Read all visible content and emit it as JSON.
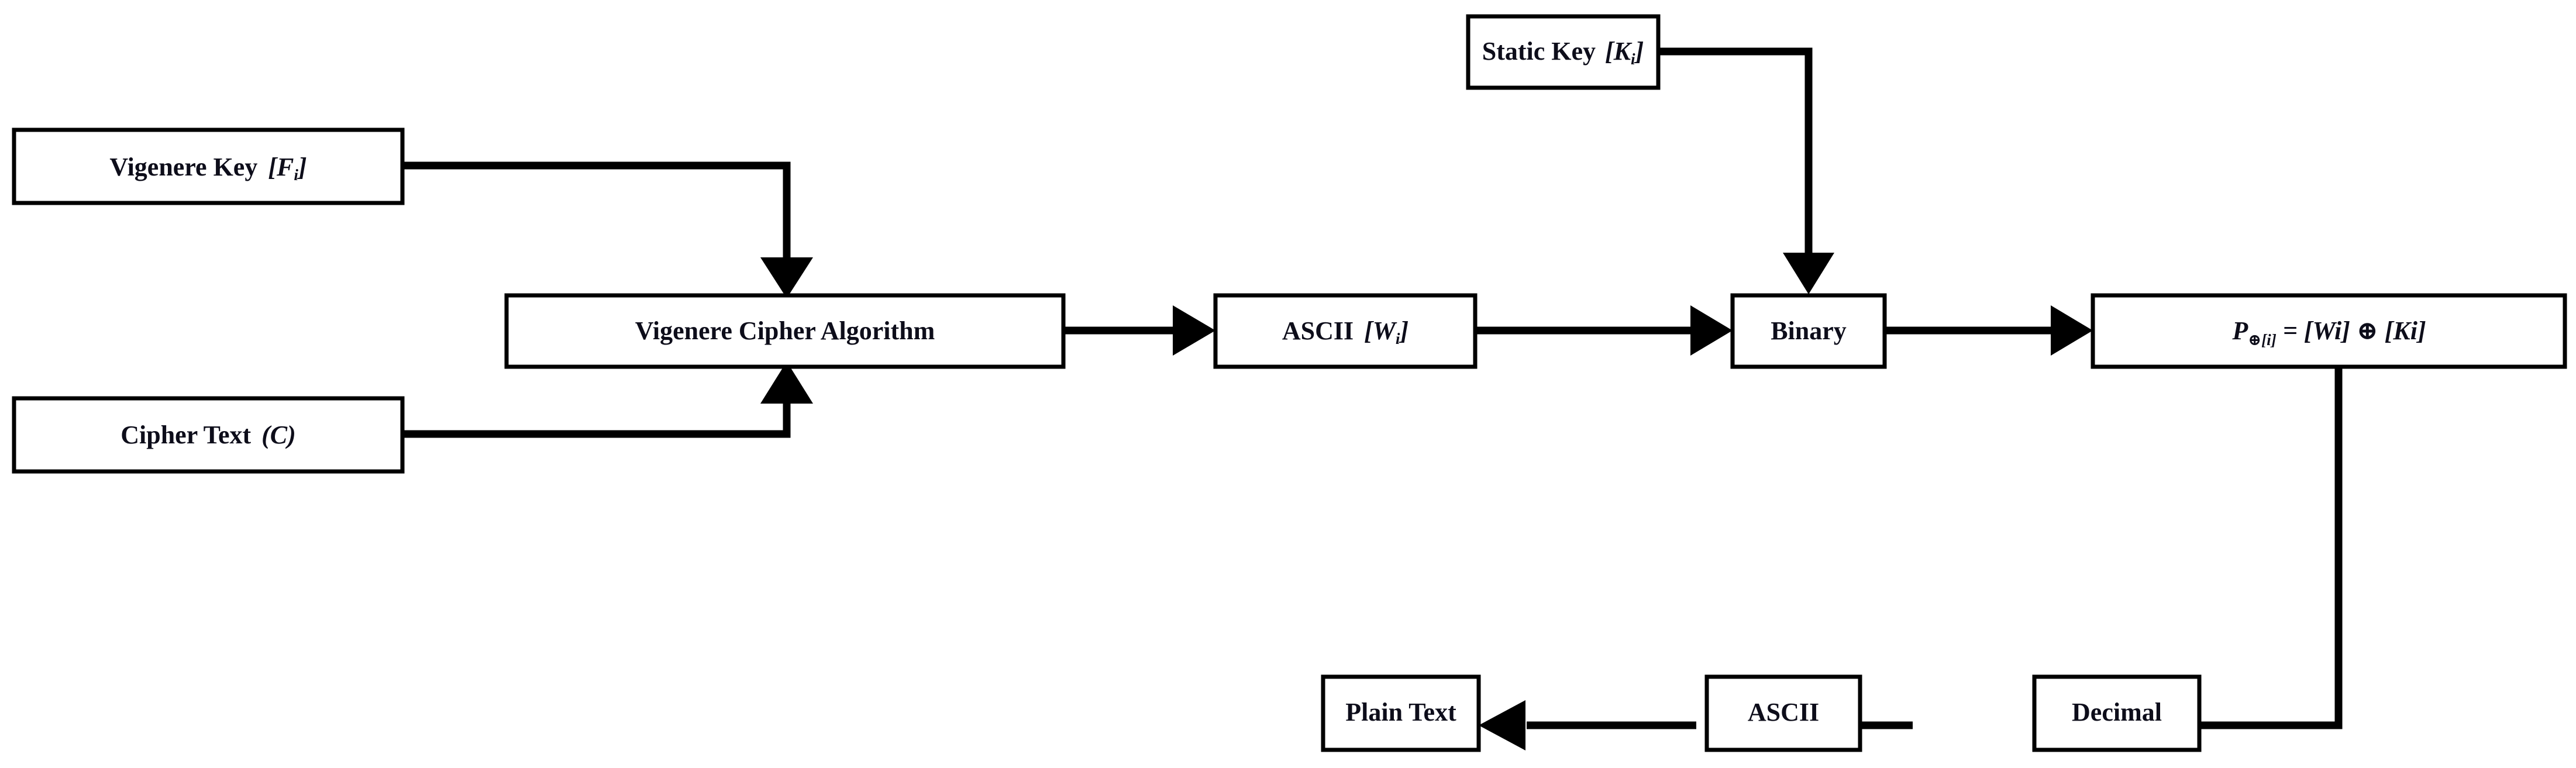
{
  "diagram": {
    "title": "Vigenere cipher decryption flow diagram",
    "background_color": "#ffffff",
    "line_color": "#000000",
    "box_fill": "#ffffff",
    "text_color": "#0d0d1a",
    "nodes": [
      {
        "id": "vigenere-key",
        "label": "Vigenere Key",
        "symbol": "[F",
        "symbol_sub": "i",
        "symbol_tail": "]",
        "full_text": "Vigenere Key [Fi]"
      },
      {
        "id": "cipher-text",
        "label": "Cipher Text",
        "symbol": "(C)",
        "symbol_sub": "",
        "symbol_tail": "",
        "full_text": "Cipher Text (C)"
      },
      {
        "id": "vigenere-cipher-algorithm",
        "label": "Vigenere Cipher Algorithm",
        "symbol": "",
        "symbol_sub": "",
        "symbol_tail": "",
        "full_text": "Vigenere Cipher Algorithm"
      },
      {
        "id": "ascii-w",
        "label": "ASCII",
        "symbol": "[W",
        "symbol_sub": "i",
        "symbol_tail": "]",
        "full_text": "ASCII [Wi]"
      },
      {
        "id": "static-key",
        "label": "Static Key",
        "symbol": "[K",
        "symbol_sub": "i",
        "symbol_tail": "]",
        "full_text": "Static Key [Ki]"
      },
      {
        "id": "binary",
        "label": "Binary",
        "symbol": "",
        "symbol_sub": "",
        "symbol_tail": "",
        "full_text": "Binary"
      },
      {
        "id": "xor-formula",
        "label": "P",
        "symbol": "⊕[i]",
        "symbol_sub": "",
        "symbol_tail": " = [Wi] ⊕ [Ki]",
        "full_text": "P⊕[i] = [Wi] ⊕ [Ki]"
      },
      {
        "id": "decimal",
        "label": "Decimal",
        "symbol": "",
        "symbol_sub": "",
        "symbol_tail": "",
        "full_text": "Decimal"
      },
      {
        "id": "ascii-out",
        "label": "ASCII",
        "symbol": "",
        "symbol_sub": "",
        "symbol_tail": "",
        "full_text": "ASCII"
      },
      {
        "id": "plain-text",
        "label": "Plain Text",
        "symbol": "",
        "symbol_sub": "",
        "symbol_tail": "",
        "full_text": "Plain Text"
      }
    ],
    "edges": [
      {
        "id": "edge-vigenere-key-to-algorithm",
        "from": "vigenere-key",
        "to": "vigenere-cipher-algorithm",
        "shape": "elbow-right-down"
      },
      {
        "id": "edge-cipher-text-to-algorithm",
        "from": "cipher-text",
        "to": "vigenere-cipher-algorithm",
        "shape": "elbow-right-up"
      },
      {
        "id": "edge-algorithm-to-ascii-w",
        "from": "vigenere-cipher-algorithm",
        "to": "ascii-w",
        "shape": "straight-right"
      },
      {
        "id": "edge-ascii-w-to-binary",
        "from": "ascii-w",
        "to": "binary",
        "shape": "straight-right"
      },
      {
        "id": "edge-static-key-to-binary",
        "from": "static-key",
        "to": "binary",
        "shape": "elbow-right-down"
      },
      {
        "id": "edge-binary-to-xor",
        "from": "binary",
        "to": "xor-formula",
        "shape": "straight-right"
      },
      {
        "id": "edge-xor-to-decimal",
        "from": "xor-formula",
        "to": "decimal",
        "shape": "elbow-down-left"
      },
      {
        "id": "edge-decimal-to-ascii-out",
        "from": "decimal",
        "to": "ascii-out",
        "shape": "straight-left"
      },
      {
        "id": "edge-ascii-out-to-plain-text",
        "from": "ascii-out",
        "to": "plain-text",
        "shape": "straight-left"
      }
    ]
  }
}
